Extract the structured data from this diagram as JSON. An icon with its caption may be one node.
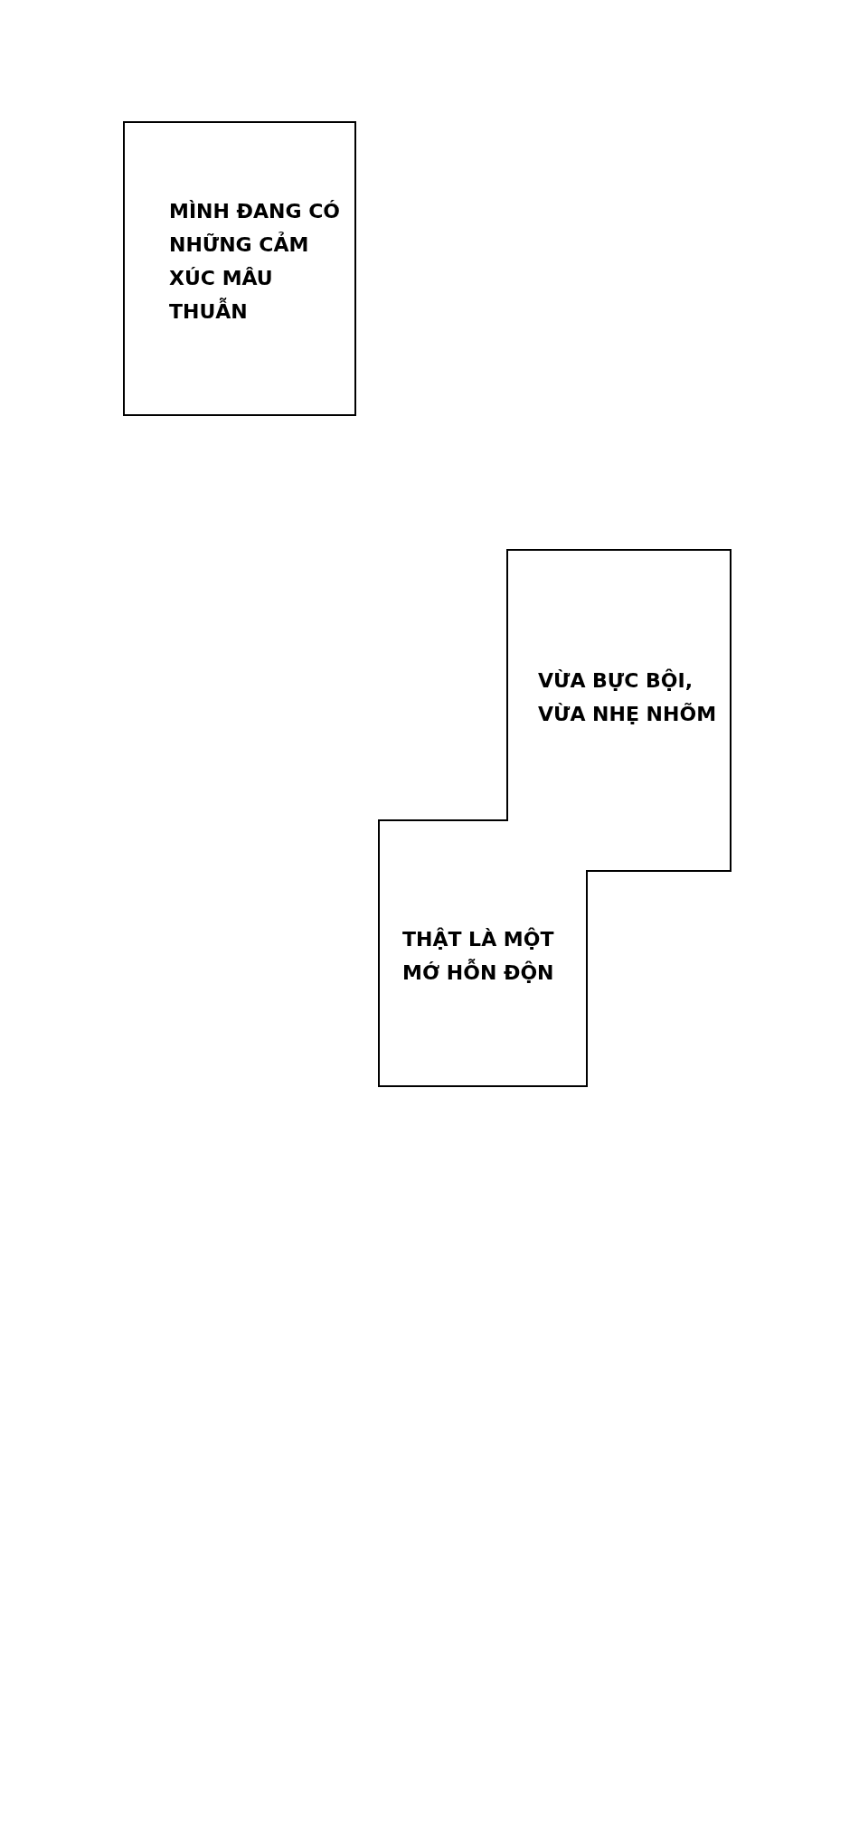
{
  "diagram": {
    "nodes": [
      {
        "text": [
          "MÌNH ĐANG CÓ NHỮNG CẢM XÚC MÂU THUẪN"
        ]
      },
      {
        "text": [
          "VỪA BỰC BỘI, VỪA NHẸ NHÕM"
        ]
      },
      {
        "text": [
          "THẬT LÀ MỘT MỚ HỖN ĐỘN"
        ]
      }
    ]
  }
}
